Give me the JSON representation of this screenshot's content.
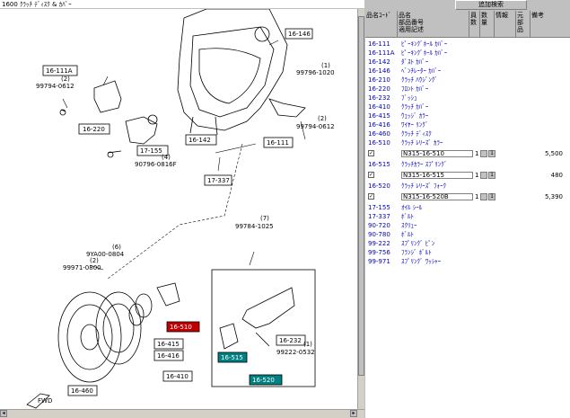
{
  "window": {
    "title": "1600  ｸﾗｯﾁ ﾃﾞｨｽｸ & ｶﾊﾞｰ"
  },
  "toolbar": {
    "add_search_label": "追加検索"
  },
  "table": {
    "headers": {
      "code": "品名ｺｰﾄﾞ",
      "name_main": "品名",
      "name_sub1": "部品番号",
      "name_sub2": "適用記述",
      "qty": "員数",
      "order": "数量",
      "info": "情報",
      "price": "元部品",
      "remark": "備考"
    },
    "rows": [
      {
        "code": "16-111",
        "name": "ﾋﾟｰｷﾝｸﾞﾎｰﾙ ｶﾊﾞｰ"
      },
      {
        "code": "16-111A",
        "name": "ﾋﾟｰｷﾝｸﾞﾎｰﾙ ｶﾊﾞｰ"
      },
      {
        "code": "16-142",
        "name": "ﾀﾞｽﾄ ｶﾊﾞｰ"
      },
      {
        "code": "16-146",
        "name": "ﾍﾞﾝﾁﾚｰﾀｰ ｶﾊﾞｰ"
      },
      {
        "code": "16-210",
        "name": "ｸﾗｯﾁ ﾊｳｼﾞﾝｸﾞ"
      },
      {
        "code": "16-220",
        "name": "ﾌﾛﾝﾄ ｶﾊﾞｰ"
      },
      {
        "code": "16-232",
        "name": "ﾌﾞｯｼｭ"
      },
      {
        "code": "16-410",
        "name": "ｸﾗｯﾁ ｶﾊﾞｰ"
      },
      {
        "code": "16-415",
        "name": "ｳｪｯｼﾞ ｶﾗｰ"
      },
      {
        "code": "16-416",
        "name": "ﾜｲﾔｰ ﾘﾝｸﾞ"
      },
      {
        "code": "16-460",
        "name": "ｸﾗｯﾁ ﾃﾞｨｽｸ"
      },
      {
        "code": "16-510",
        "name": "ｸﾗｯﾁ ﾚﾘｰｽﾞ ｶﾗｰ"
      },
      {
        "pn": "N315-16-510",
        "qty": "1",
        "price": "5,500",
        "spin": "1"
      },
      {
        "code": "16-515",
        "name": "ｸﾗｯﾁｶﾗｰ ｽﾌﾟﾘﾝｸﾞ"
      },
      {
        "pn": "N315-16-515",
        "qty": "1",
        "price": "480",
        "spin": "1"
      },
      {
        "code": "16-520",
        "name": "ｸﾗｯﾁ ﾚﾘｰｽﾞ ﾌｫｰｸ"
      },
      {
        "pn": "N315-16-520B",
        "qty": "1",
        "price": "5,390",
        "spin": "1"
      },
      {
        "code": "17-155",
        "name": "ｵｲﾙ ｼｰﾙ"
      },
      {
        "code": "17-337",
        "name": "ﾎﾞﾙﾄ"
      },
      {
        "code": "90-720",
        "name": "ｽｸﾘｭｰ"
      },
      {
        "code": "90-780",
        "name": "ﾎﾞﾙﾄ"
      },
      {
        "code": "99-222",
        "name": "ｽﾌﾟﾘﾝｸﾞ ﾋﾟﾝ"
      },
      {
        "code": "99-756",
        "name": "ﾌﾗﾝｼﾞ ﾎﾞﾙﾄ"
      },
      {
        "code": "99-971",
        "name": "ｽﾌﾟﾘﾝｸﾞ ﾜｯｼｬｰ"
      }
    ]
  },
  "diagram": {
    "callouts": {
      "c16146": "16-146",
      "c16111A": "16-111A",
      "c16220": "16-220",
      "c17155": "17-155",
      "c16142": "16-142",
      "c16111": "16-111",
      "c17337": "17-337",
      "c16510": "16-510",
      "c16415": "16-415",
      "c16416": "16-416",
      "c16410": "16-410",
      "c16460": "16-460",
      "c16515": "16-515",
      "c16520": "16-520",
      "c16232": "16-232"
    },
    "labels": {
      "l99796a": "99796-1020",
      "n1a": "(1)",
      "n2a": "(2)",
      "l99794a": "99794-0612",
      "n2b": "(2)",
      "l99794b": "99794-0612",
      "n4": "(4)",
      "l90796": "90796-0816F",
      "n7": "(7)",
      "l99784": "99784-1025",
      "n6": "(6)",
      "l9ya00": "9YA00-0804",
      "n2c": "(2)",
      "l99971": "99971-0800",
      "n1b": "(1)",
      "l99222": "99222-0532",
      "fwd": "FWD"
    }
  },
  "colors": {
    "link_blue": "#0000c0",
    "callout_red": "#c00000",
    "callout_teal": "#008080"
  }
}
